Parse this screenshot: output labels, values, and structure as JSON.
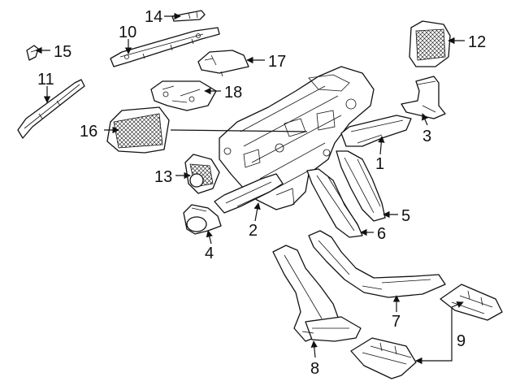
{
  "diagram": {
    "callouts": {
      "c1": "1",
      "c2": "2",
      "c3": "3",
      "c4": "4",
      "c5": "5",
      "c6": "6",
      "c7": "7",
      "c8": "8",
      "c9": "9",
      "c10": "10",
      "c11": "11",
      "c12": "12",
      "c13": "13",
      "c14": "14",
      "c15": "15",
      "c16": "16",
      "c17": "17",
      "c18": "18"
    },
    "colors": {
      "line": "#111111",
      "fill": "#ffffff",
      "shade": "#d9d9d9"
    }
  }
}
